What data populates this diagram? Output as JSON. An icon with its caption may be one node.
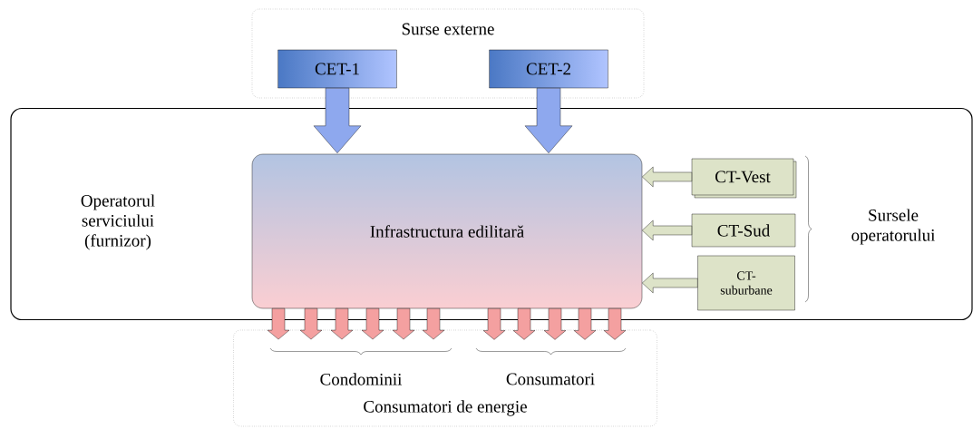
{
  "diagram": {
    "nodes": [
      {
        "text": [
          "Surse externe"
        ]
      },
      {
        "text": [
          "CET-1"
        ],
        "in": 0
      },
      {
        "text": [
          "CET-2"
        ],
        "in": 0
      },
      {
        "text": [
          "Operatorul serviciului (furnizor)"
        ]
      },
      {
        "text": [
          "Infrastructura edilitară"
        ],
        "in": 3
      },
      {
        "text": [
          "CT-Vest"
        ],
        "in": 3
      },
      {
        "text": [
          "CT-Sud"
        ],
        "in": 3
      },
      {
        "text": [
          "CT-suburbane"
        ],
        "in": 3
      },
      {
        "text": [
          "Consumatori de energie"
        ]
      },
      {
        "text": [
          "Condominii"
        ],
        "in": 8
      },
      {
        "text": [
          "Consumatori"
        ],
        "in": 8
      }
    ],
    "edges": [
      {
        "from": 1,
        "to": 4,
        "arrow": "to",
        "color": "#8ea8ee"
      },
      {
        "from": 2,
        "to": 4,
        "arrow": "to",
        "color": "#8ea8ee"
      },
      {
        "from": 5,
        "to": 4,
        "arrow": "to",
        "color": "#dde3c8"
      },
      {
        "from": 6,
        "to": 4,
        "arrow": "to",
        "color": "#dde3c8"
      },
      {
        "from": 7,
        "to": 4,
        "arrow": "to",
        "color": "#dde3c8"
      },
      {
        "from": 4,
        "to": 9,
        "arrow": "to"
      },
      {
        "from": 4,
        "to": 9,
        "arrow": "to"
      },
      {
        "from": 4,
        "to": 9,
        "arrow": "to"
      },
      {
        "from": 4,
        "to": 9,
        "arrow": "to"
      },
      {
        "from": 4,
        "to": 9,
        "arrow": "to"
      },
      {
        "from": 4,
        "to": 9,
        "arrow": "to"
      },
      {
        "from": 4,
        "to": 10,
        "arrow": "to"
      },
      {
        "from": 4,
        "to": 10,
        "arrow": "to"
      },
      {
        "from": 4,
        "to": 10,
        "arrow": "to"
      },
      {
        "from": 4,
        "to": 10,
        "arrow": "to"
      },
      {
        "from": 4,
        "to": 10,
        "arrow": "to"
      }
    ],
    "labels": [
      "Sursele operatorului"
    ]
  }
}
